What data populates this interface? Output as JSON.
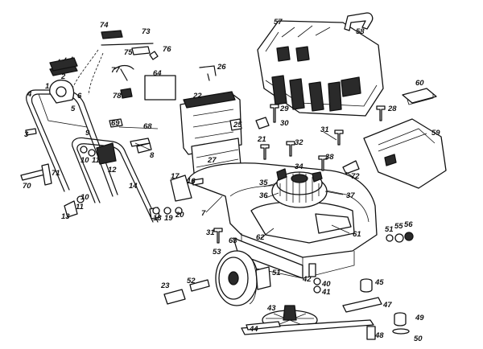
{
  "callouts": {
    "c1": "1",
    "c2": "2",
    "c3": "3",
    "c4": "4",
    "c5": "5",
    "c6": "6",
    "c7": "7",
    "c8": "8",
    "c9": "9",
    "c10": "10",
    "c10b": "10",
    "c11": "11",
    "c11b": "11",
    "c12": "12",
    "c13": "13",
    "c14": "14",
    "c16": "16",
    "c17": "17",
    "c18": "18",
    "c19": "19",
    "c20": "20",
    "c21": "21",
    "c22": "22",
    "c23": "23",
    "c25": "25",
    "c26": "26",
    "c27": "27",
    "c28": "28",
    "c29": "29",
    "c30": "30",
    "c31": "31",
    "c31b": "31",
    "c32": "32",
    "c34": "34",
    "c35": "35",
    "c36": "36",
    "c37": "37",
    "c38": "38",
    "c40": "40",
    "c41": "41",
    "c42": "42",
    "c43": "43",
    "c44": "44",
    "c45": "45",
    "c47": "47",
    "c48": "48",
    "c49": "49",
    "c50": "50",
    "c51": "51",
    "c51b": "51",
    "c52": "52",
    "c53": "53",
    "c55": "55",
    "c56": "56",
    "c57": "57",
    "c58": "58",
    "c59": "59",
    "c60": "60",
    "c61": "61",
    "c62": "62",
    "c63": "63",
    "c64": "64",
    "c68": "68",
    "c69": "69",
    "c70": "70",
    "c71": "71",
    "c72": "72",
    "c73": "73",
    "c74": "74",
    "c75": "75",
    "c76": "76",
    "c77": "77",
    "c78": "78"
  }
}
